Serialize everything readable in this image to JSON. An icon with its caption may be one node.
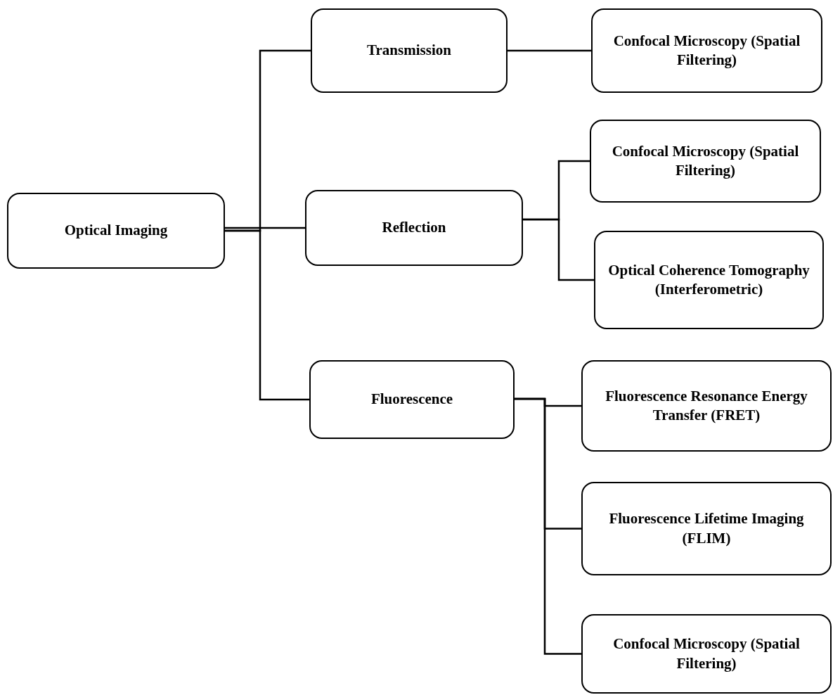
{
  "diagram": {
    "nodes": [
      {
        "text": [
          "Optical Imaging"
        ]
      },
      {
        "text": [
          "Transmission"
        ]
      },
      {
        "text": [
          "Reflection"
        ]
      },
      {
        "text": [
          "Fluorescence"
        ]
      },
      {
        "text": [
          "Confocal Microscopy (Spatial Filtering)"
        ]
      },
      {
        "text": [
          "Confocal Microscopy (Spatial Filtering)"
        ]
      },
      {
        "text": [
          "Optical Coherence Tomography (Interferometric)"
        ]
      },
      {
        "text": [
          "Fluorescence Resonance Energy Transfer (FRET)"
        ]
      },
      {
        "text": [
          "Fluorescence Lifetime Imaging (FLIM)"
        ]
      },
      {
        "text": [
          "Confocal Microscopy (Spatial Filtering)"
        ]
      }
    ],
    "edges": [
      {
        "from": 0,
        "to": 1,
        "arrow": "none"
      },
      {
        "from": 0,
        "to": 2,
        "arrow": "none"
      },
      {
        "from": 0,
        "to": 3,
        "arrow": "none"
      },
      {
        "from": 1,
        "to": 4,
        "arrow": "none"
      },
      {
        "from": 2,
        "to": 5,
        "arrow": "none"
      },
      {
        "from": 2,
        "to": 6,
        "arrow": "none"
      },
      {
        "from": 3,
        "to": 7,
        "arrow": "none"
      },
      {
        "from": 3,
        "to": 8,
        "arrow": "none"
      },
      {
        "from": 3,
        "to": 9,
        "arrow": "none"
      }
    ]
  }
}
